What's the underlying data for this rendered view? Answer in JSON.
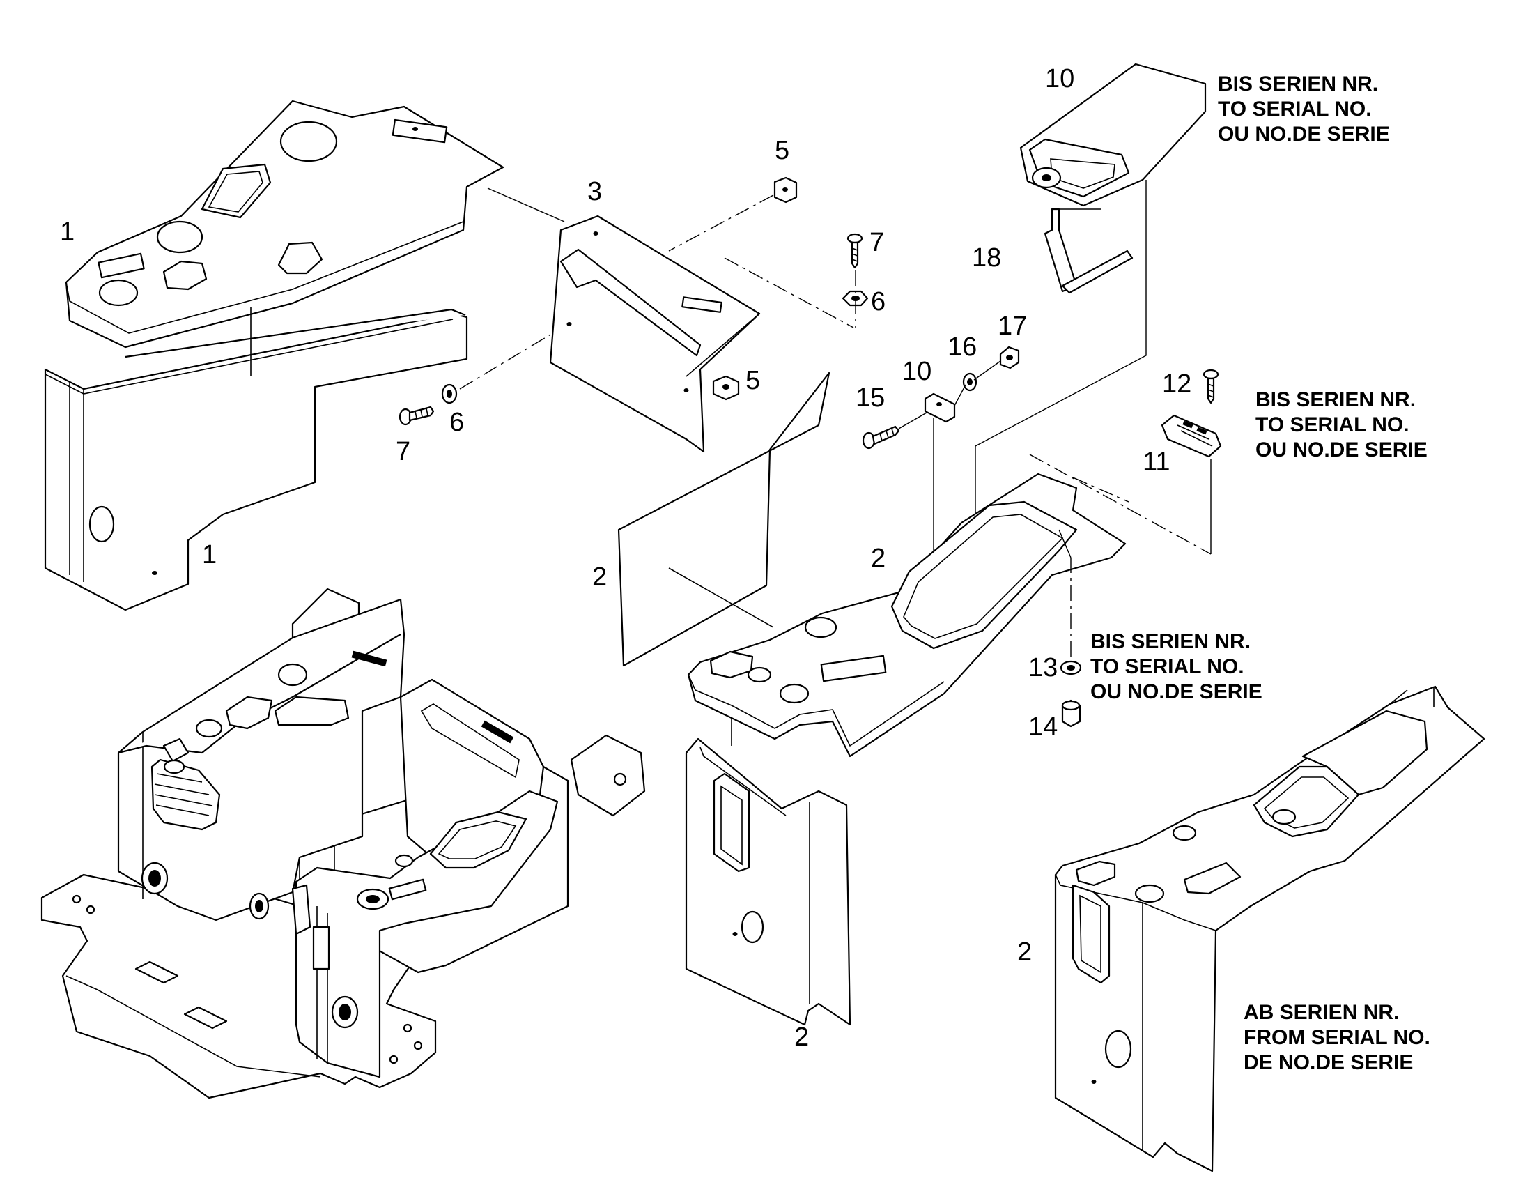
{
  "callouts": {
    "c1a": "1",
    "c1b": "1",
    "c2a": "2",
    "c2b": "2",
    "c2c": "2",
    "c2d": "2",
    "c3": "3",
    "c5a": "5",
    "c5b": "5",
    "c6a": "6",
    "c6b": "6",
    "c7a": "7",
    "c7b": "7",
    "c10a": "10",
    "c10b": "10",
    "c11": "11",
    "c12": "12",
    "c13": "13",
    "c14": "14",
    "c15": "15",
    "c16": "16",
    "c17": "17",
    "c18": "18"
  },
  "notes": {
    "top_right": [
      "BIS SERIEN NR.",
      "TO SERIAL NO.",
      "OU NO.DE SERIE"
    ],
    "mid_right": [
      "BIS SERIEN NR.",
      "TO SERIAL NO.",
      "OU NO.DE SERIE"
    ],
    "lower_mid": [
      "BIS SERIEN NR.",
      "TO SERIAL NO.",
      "OU NO.DE SERIE"
    ],
    "bottom_right": [
      "AB SERIEN NR.",
      "FROM SERIAL NO.",
      "DE NO.DE SERIE"
    ]
  }
}
